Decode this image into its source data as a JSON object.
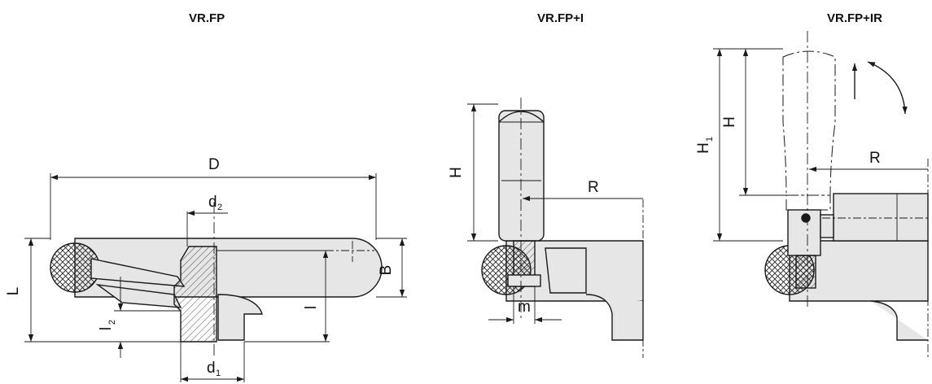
{
  "titles": {
    "left": "VR.FP",
    "middle": "VR.FP+I",
    "right": "VR.FP+IR"
  },
  "dims": {
    "D": "D",
    "B": "B",
    "L": "L",
    "l": "l",
    "l2_main": "l",
    "l2_sub": "2",
    "d2_main": "d",
    "d2_sub": "2",
    "d1_main": "d",
    "d1_sub": "1",
    "H_mid": "H",
    "R_mid": "R",
    "m": "m",
    "H_right": "H",
    "H1_main": "H",
    "H1_sub": "1",
    "R_right": "R"
  },
  "colors": {
    "line": "#1a1a1a",
    "body_fill": "#e6e6e6",
    "section_fill": "#f2f2f2"
  }
}
